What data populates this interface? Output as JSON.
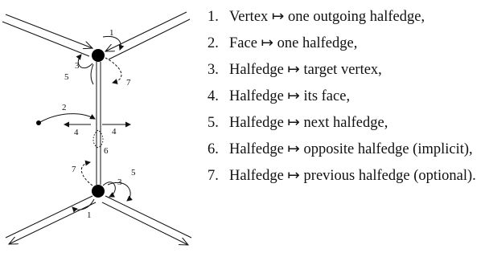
{
  "figure": {
    "callouts": {
      "top_1": "1",
      "top_3": "3",
      "top_5": "5",
      "top_7": "7",
      "mid_2": "2",
      "mid_4_left": "4",
      "mid_4_right": "4",
      "mid_6": "6",
      "bot_1": "1",
      "bot_3": "3",
      "bot_5": "5",
      "bot_7": "7"
    }
  },
  "list": {
    "items": [
      {
        "num": "1.",
        "text": "Vertex ↦ one outgoing halfedge,"
      },
      {
        "num": "2.",
        "text": "Face ↦ one halfedge,"
      },
      {
        "num": "3.",
        "text": "Halfedge ↦ target vertex,"
      },
      {
        "num": "4.",
        "text": "Halfedge ↦ its face,"
      },
      {
        "num": "5.",
        "text": "Halfedge ↦ next halfedge,"
      },
      {
        "num": "6.",
        "text": "Halfedge ↦ opposite halfedge (implicit),"
      },
      {
        "num": "7.",
        "text": "Halfedge ↦ previous halfedge (optional)."
      }
    ]
  }
}
